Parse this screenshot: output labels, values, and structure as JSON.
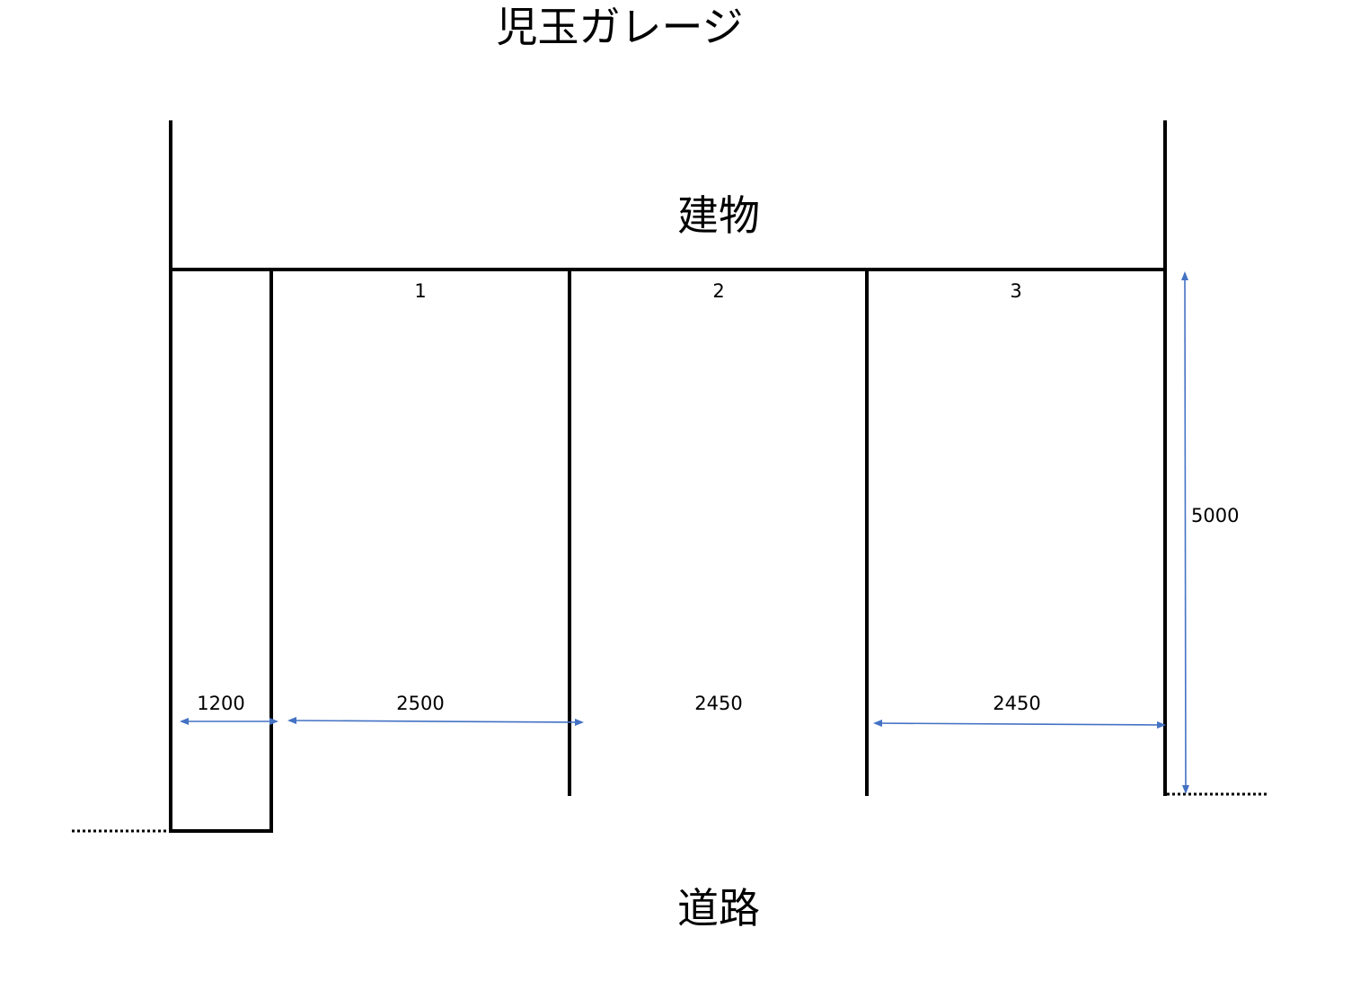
{
  "title": "児玉ガレージ",
  "building_label": "建物",
  "road_label": "道路",
  "spaces": [
    {
      "number": "1"
    },
    {
      "number": "2"
    },
    {
      "number": "3"
    }
  ],
  "dimensions": {
    "walkway_width": "1200",
    "space1_width": "2500",
    "space2_width": "2450",
    "space3_width": "2450",
    "depth": "5000"
  },
  "colors": {
    "lines": "#000000",
    "dimension_arrows": "#4472C4"
  }
}
